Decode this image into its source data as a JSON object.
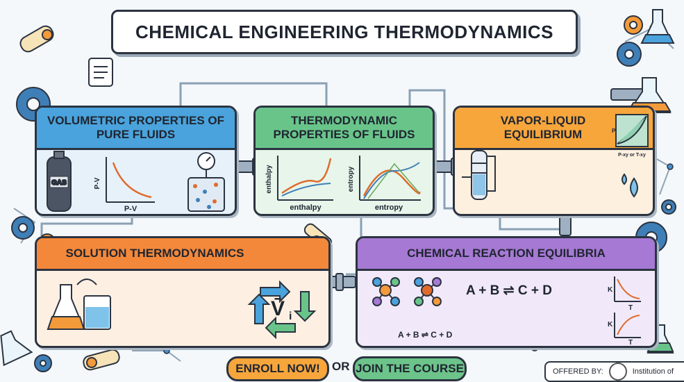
{
  "title": "CHEMICAL ENGINEERING THERMODYNAMICS",
  "panels": {
    "volumetric": {
      "title": "VOLUMETRIC PROPERTIES OF PURE FLUIDS",
      "tank_label": "GAS",
      "y_axis": "P-V",
      "x_axis": "P-V",
      "color": "#4aa3dc",
      "body": "#e6f1fa"
    },
    "thermo_props": {
      "title": "THERMODYNAMIC PROPERTIES OF FLUIDS",
      "chart1_y": "enthalpy",
      "chart1_x": "enthalpy",
      "chart2_y": "entropy",
      "chart2_x": "entropy",
      "color": "#69c48a",
      "body": "#e7f5ea"
    },
    "vle": {
      "title": "VAPOR-LIQUID EQUILIBRIUM",
      "diagram_y": "P",
      "diagram_x": "P-xy or T-xy",
      "color": "#f7a63c",
      "body": "#fdf0df"
    },
    "solution": {
      "title": "SOLUTION THERMODYNAMICS",
      "symbol": "V̄",
      "symbol_sub": "i",
      "color": "#f4883a",
      "body": "#fdf0e2"
    },
    "reaction": {
      "title": "CHEMICAL REACTION EQUILIBRIA",
      "equation": "A + B ⇌ C + D",
      "equation_small": "A + B ⇌ C + D",
      "chart1_y": "K",
      "chart1_x": "T",
      "chart2_y": "K",
      "chart2_x": "T",
      "color": "#a679d4",
      "body": "#f1e9fa"
    }
  },
  "cta": {
    "enroll": "ENROLL NOW!",
    "or": "OR",
    "join": "JOIN THE COURSE"
  },
  "offered": {
    "label": "OFFERED BY:",
    "org": "Institution of"
  },
  "colors": {
    "outline": "#2b3340",
    "background": "#f4f8fb",
    "enroll": "#f7a63c",
    "join": "#6cc48a"
  }
}
